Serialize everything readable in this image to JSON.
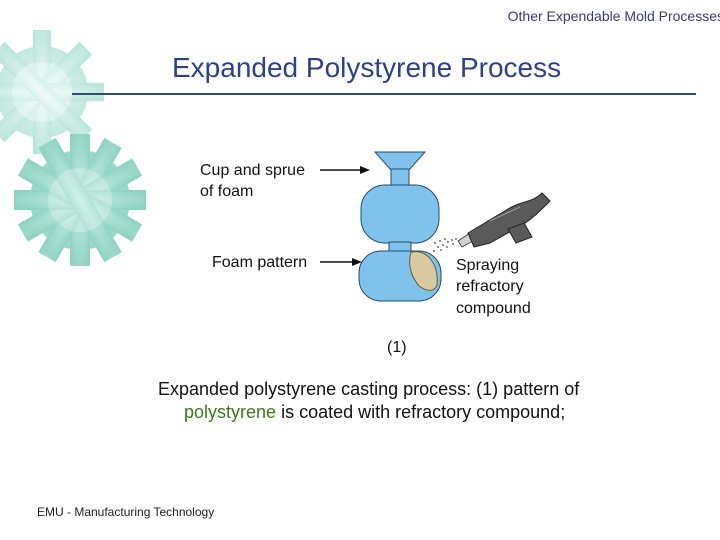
{
  "header": {
    "text": "Other Expendable Mold Processes"
  },
  "slide": {
    "title": "Expanded Polystyrene Process",
    "figure": {
      "label_cup_line1": "Cup and sprue",
      "label_cup_line2": "of foam",
      "label_foam": "Foam pattern",
      "label_spray_line1": "Spraying",
      "label_spray_line2": "refractory",
      "label_spray_line3": "compound",
      "step": "(1)"
    },
    "caption": {
      "line1": "Expanded polystyrene casting process: (1) pattern of",
      "highlight": "polystyrene",
      "line2_rest": " is coated with refractory compound;"
    }
  },
  "footer": {
    "text": "EMU - Manufacturing Technology"
  },
  "colors": {
    "title": "#2f3f8f",
    "keyword": "#3a7a1a",
    "gear_top": "#b9e6dc",
    "gear_bottom": "#8fd3c2",
    "foam": "#7fc3ec",
    "spray_gun": "#5a5a5a"
  },
  "icons": {
    "decoration": "gear-icon",
    "tool": "spray-gun-icon"
  }
}
